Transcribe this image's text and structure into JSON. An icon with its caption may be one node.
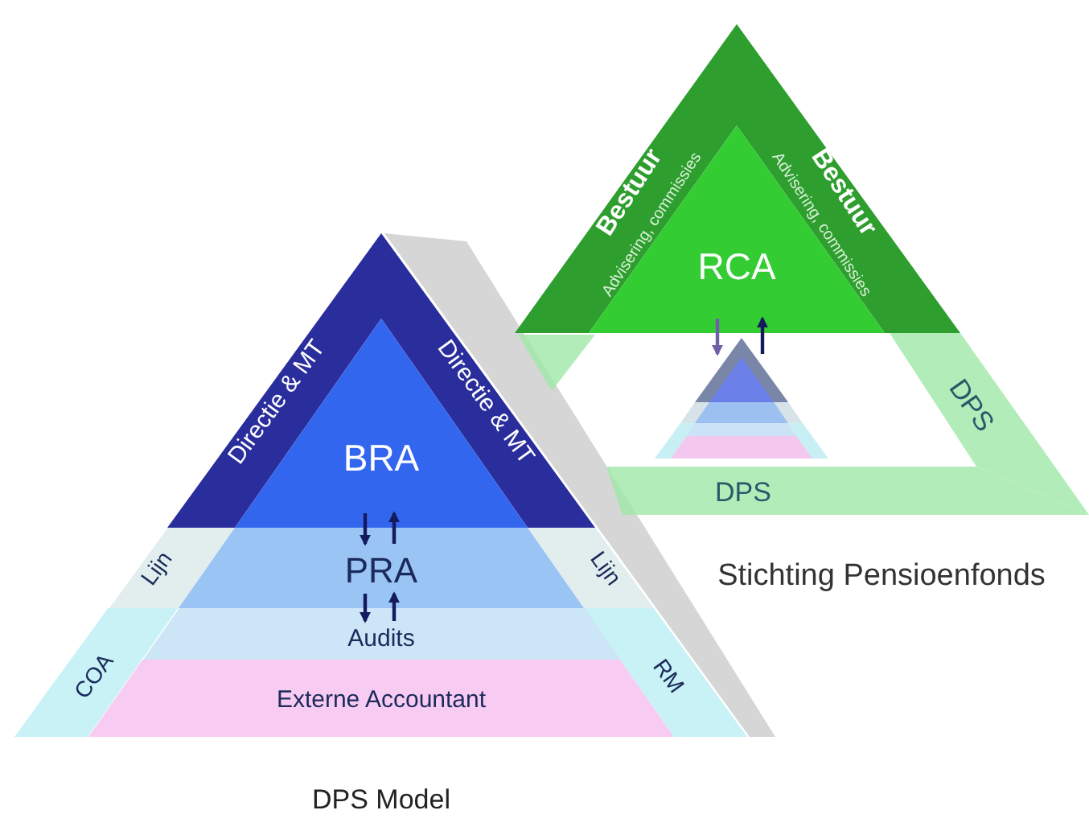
{
  "diagram": {
    "caption": "DPS Model",
    "nodes": [
      {
        "text": [
          "BRA"
        ]
      },
      {
        "text": [
          "Directie & MT"
        ]
      },
      {
        "text": [
          "Directie & MT"
        ]
      },
      {
        "text": [
          "PRA"
        ]
      },
      {
        "text": [
          "Lijn"
        ]
      },
      {
        "text": [
          "Lijn"
        ]
      },
      {
        "text": [
          "Audits"
        ]
      },
      {
        "text": [
          "Externe Accountant"
        ]
      },
      {
        "text": [
          "COA"
        ]
      },
      {
        "text": [
          "RM"
        ]
      },
      {
        "text": [
          "RCA"
        ]
      },
      {
        "text": [
          "Bestuur",
          "Advisering, commissies"
        ]
      },
      {
        "text": [
          "Bestuur",
          "Advisering, commissies"
        ]
      },
      {
        "text": [],
        "shape": "triangle"
      },
      {
        "text": [
          "DPS"
        ]
      },
      {
        "text": [
          "DPS"
        ]
      }
    ],
    "edges": [
      {
        "from": 0,
        "to": 3,
        "arrow": "to"
      },
      {
        "from": 3,
        "to": 0,
        "arrow": "to"
      },
      {
        "from": 3,
        "to": 6,
        "arrow": "to"
      },
      {
        "from": 6,
        "to": 3,
        "arrow": "to"
      },
      {
        "from": 10,
        "to": 13,
        "arrow": "to",
        "color": "#7060a8"
      },
      {
        "from": 13,
        "to": 10,
        "arrow": "to"
      }
    ],
    "labels": [
      "Stichting Pensioenfonds"
    ]
  }
}
